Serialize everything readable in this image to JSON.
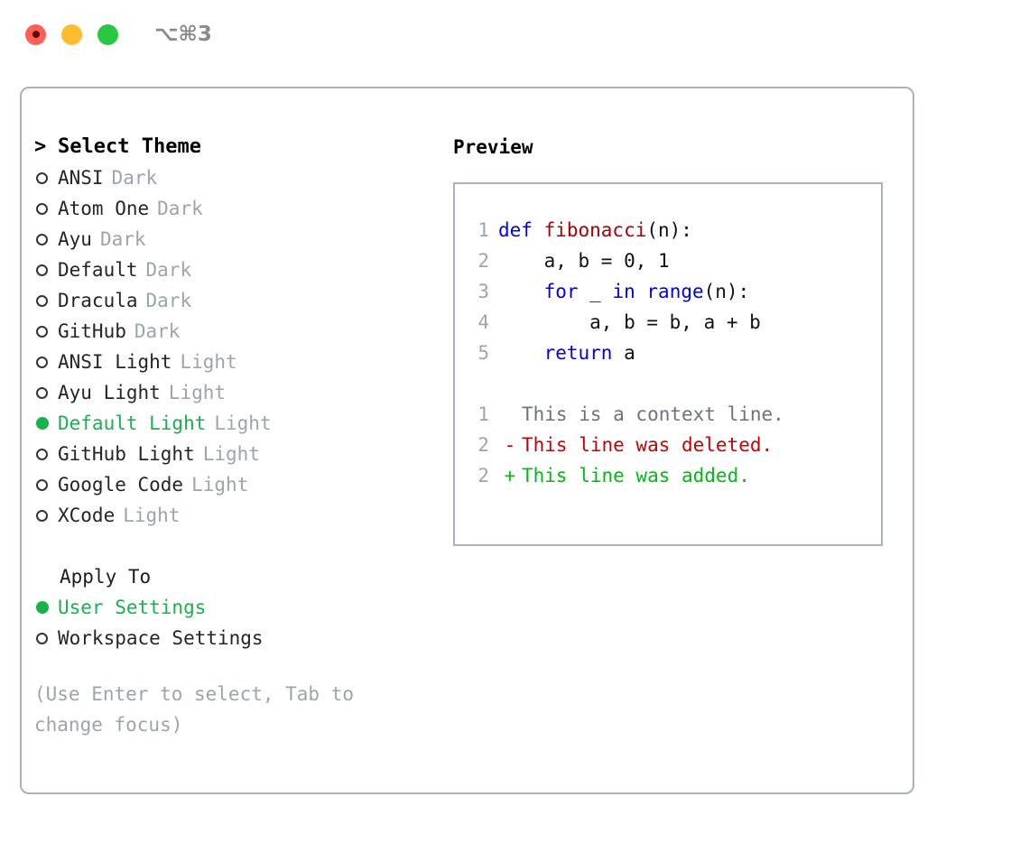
{
  "titlebar": {
    "buttons": [
      {
        "name": "close",
        "color": "#ff5f57"
      },
      {
        "name": "minimize",
        "color": "#ffbd2e"
      },
      {
        "name": "zoom",
        "color": "#28c840"
      }
    ],
    "shortcut": "⌥⌘3"
  },
  "theme_picker": {
    "header_caret": ">",
    "header_label": "Select Theme",
    "selected_theme": "Default Light",
    "items": [
      {
        "name": "ANSI",
        "tag": "Dark",
        "selected": false
      },
      {
        "name": "Atom One",
        "tag": "Dark",
        "selected": false
      },
      {
        "name": "Ayu",
        "tag": "Dark",
        "selected": false
      },
      {
        "name": "Default",
        "tag": "Dark",
        "selected": false
      },
      {
        "name": "Dracula",
        "tag": "Dark",
        "selected": false
      },
      {
        "name": "GitHub",
        "tag": "Dark",
        "selected": false
      },
      {
        "name": "ANSI Light",
        "tag": "Light",
        "selected": false
      },
      {
        "name": "Ayu Light",
        "tag": "Light",
        "selected": false
      },
      {
        "name": "Default Light",
        "tag": "Light",
        "selected": true
      },
      {
        "name": "GitHub Light",
        "tag": "Light",
        "selected": false
      },
      {
        "name": "Google Code",
        "tag": "Light",
        "selected": false
      },
      {
        "name": "XCode",
        "tag": "Light",
        "selected": false
      }
    ]
  },
  "apply_to": {
    "label": "Apply To",
    "selected": "User Settings",
    "items": [
      {
        "name": "User Settings",
        "selected": true
      },
      {
        "name": "Workspace Settings",
        "selected": false
      }
    ]
  },
  "help": {
    "text": "(Use Enter to select, Tab to change focus)"
  },
  "preview": {
    "title": "Preview",
    "code_lines": [
      {
        "number": "1",
        "tokens": [
          {
            "text": "def ",
            "type": "kw"
          },
          {
            "text": "fibonacci",
            "type": "fn"
          },
          {
            "text": "(n):",
            "type": "plain"
          }
        ]
      },
      {
        "number": "2",
        "tokens": [
          {
            "text": "    a, b = 0, 1",
            "type": "plain"
          }
        ]
      },
      {
        "number": "3",
        "tokens": [
          {
            "text": "    ",
            "type": "plain"
          },
          {
            "text": "for",
            "type": "kw"
          },
          {
            "text": " _ ",
            "type": "plain"
          },
          {
            "text": "in",
            "type": "kw"
          },
          {
            "text": " ",
            "type": "plain"
          },
          {
            "text": "range",
            "type": "kw"
          },
          {
            "text": "(n):",
            "type": "plain"
          }
        ]
      },
      {
        "number": "4",
        "tokens": [
          {
            "text": "        a, b = b, a + b",
            "type": "plain"
          }
        ]
      },
      {
        "number": "5",
        "tokens": [
          {
            "text": "    ",
            "type": "plain"
          },
          {
            "text": "return",
            "type": "kw"
          },
          {
            "text": " a",
            "type": "plain"
          }
        ]
      }
    ],
    "diff_lines": [
      {
        "number": "1",
        "marker": " ",
        "text": "This is a context line.",
        "kind": "context"
      },
      {
        "number": "2",
        "marker": "-",
        "text": "This line was deleted.",
        "kind": "deleted"
      },
      {
        "number": "2",
        "marker": "+",
        "text": "This line was added.",
        "kind": "added"
      }
    ]
  },
  "colors": {
    "accent_green": "#16b34a",
    "muted": "#9aa5b1",
    "border": "#a8b2c0",
    "keyword_blue": "#0000ee",
    "function_red": "#aa0000",
    "diff_delete": "#cc0000",
    "diff_add": "#00bb11"
  }
}
